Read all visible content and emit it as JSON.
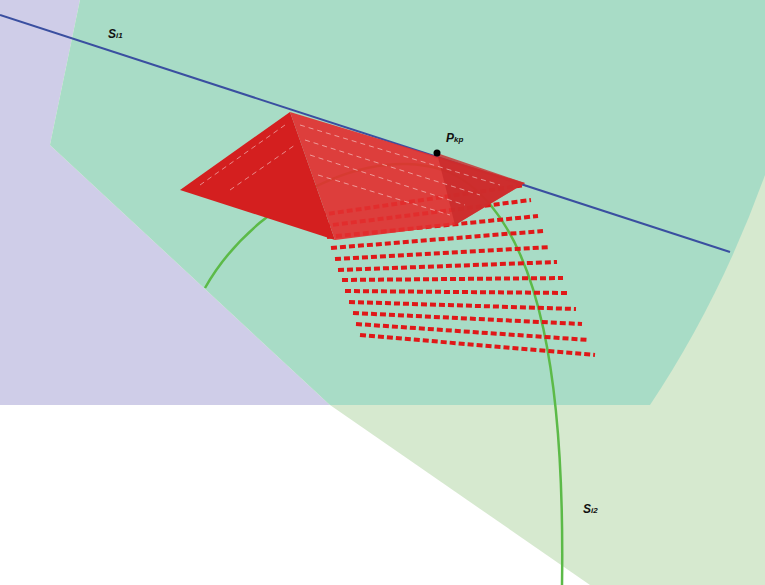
{
  "diagram": {
    "labels": [
      "Si1",
      "Pkp",
      "Si2"
    ]
  }
}
